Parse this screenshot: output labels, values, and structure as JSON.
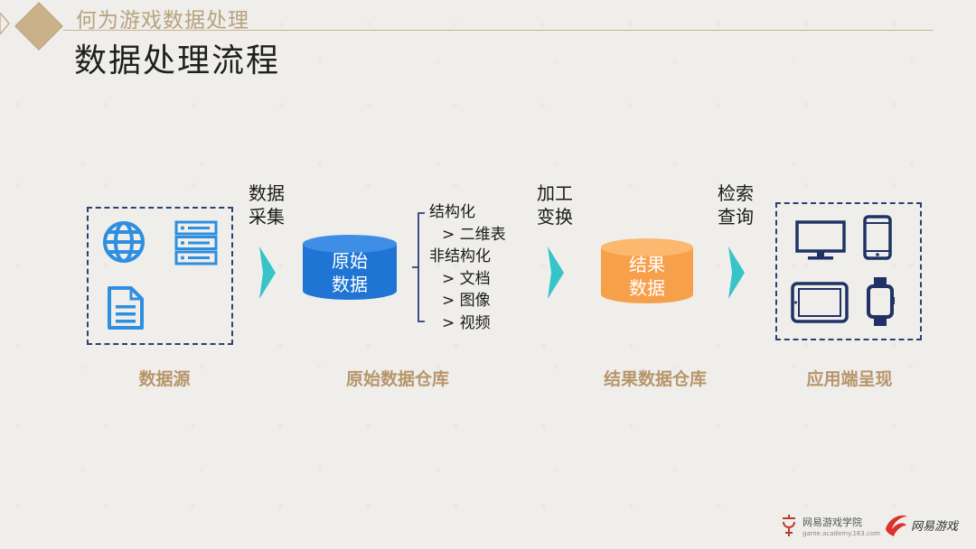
{
  "header": {
    "subtitle": "何为游戏数据处理",
    "title": "数据处理流程"
  },
  "stages": {
    "source": "数据源",
    "raw_warehouse": "原始数据仓库",
    "result_warehouse": "结果数据仓库",
    "app_presentation": "应用端呈现"
  },
  "steps": {
    "collect_line1": "数据",
    "collect_line2": "采集",
    "process_line1": "加工",
    "process_line2": "变换",
    "query_line1": "检索",
    "query_line2": "查询"
  },
  "raw_cylinder": {
    "line1": "原始",
    "line2": "数据"
  },
  "result_cylinder": {
    "line1": "结果",
    "line2": "数据"
  },
  "data_types": {
    "structured": "结构化",
    "structured_item": "> 二维表",
    "unstructured": "非结构化",
    "items": [
      "> 文档",
      "> 图像",
      "> 视频"
    ]
  },
  "icons": {
    "source": [
      "globe-icon",
      "server-icon",
      "document-icon"
    ],
    "devices": [
      "monitor-icon",
      "phone-icon",
      "tablet-icon",
      "smartwatch-icon"
    ]
  },
  "colors": {
    "navy": "#2b3f7a",
    "icon_blue": "#2e8ee0",
    "raw_cylinder": "#1f74d4",
    "result_cylinder": "#f7a04b",
    "arrow_teal": "#35c4c8",
    "stage_label": "#b8956a"
  },
  "footer": {
    "academy": "网易游戏学院",
    "url": "game.academy.163.com",
    "brand": "网易游戏"
  }
}
